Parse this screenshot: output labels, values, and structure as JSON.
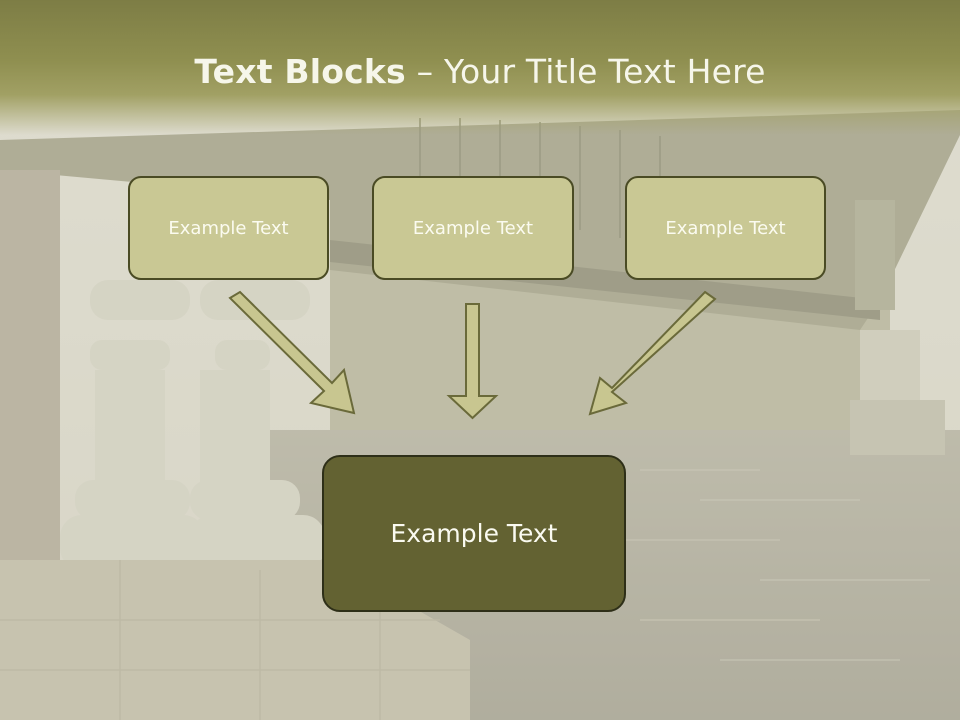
{
  "title": {
    "bold": "Text Blocks",
    "dash": " – ",
    "rest": "Your Title Text Here"
  },
  "blocks": {
    "top_left": "Example Text",
    "top_center": "Example Text",
    "top_right": "Example Text",
    "bottom": "Example Text"
  },
  "colors": {
    "header": "#7d7d45",
    "box_fill": "#c9c894",
    "box_border": "#4a4b24",
    "main_box_fill": "#636232",
    "arrow_fill": "#c8c690",
    "arrow_stroke": "#6a6a3a"
  }
}
